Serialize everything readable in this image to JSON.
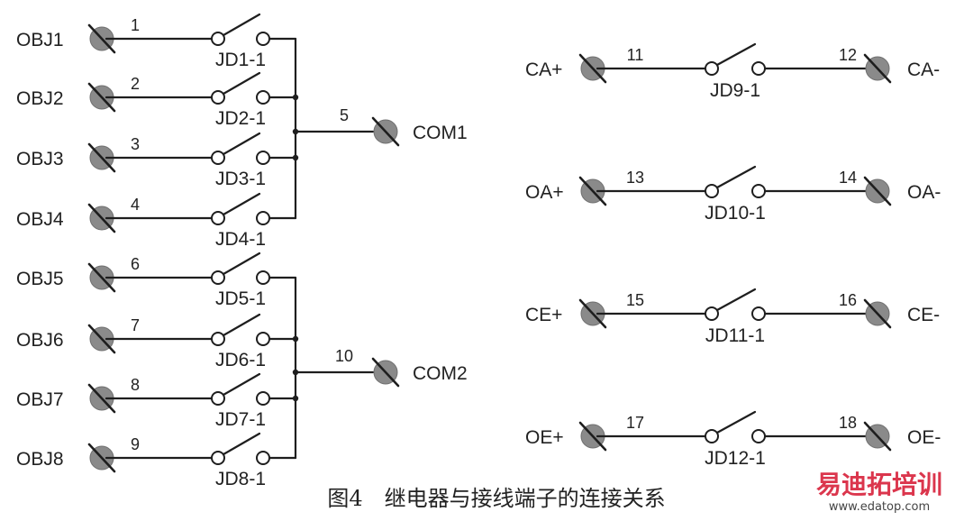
{
  "left_group_a": {
    "common": {
      "label": "COM1",
      "number": "5"
    },
    "channels": [
      {
        "label": "OBJ1",
        "number": "1",
        "relay": "JD1-1"
      },
      {
        "label": "OBJ2",
        "number": "2",
        "relay": "JD2-1"
      },
      {
        "label": "OBJ3",
        "number": "3",
        "relay": "JD3-1"
      },
      {
        "label": "OBJ4",
        "number": "4",
        "relay": "JD4-1"
      }
    ]
  },
  "left_group_b": {
    "common": {
      "label": "COM2",
      "number": "10"
    },
    "channels": [
      {
        "label": "OBJ5",
        "number": "6",
        "relay": "JD5-1"
      },
      {
        "label": "OBJ6",
        "number": "7",
        "relay": "JD6-1"
      },
      {
        "label": "OBJ7",
        "number": "8",
        "relay": "JD7-1"
      },
      {
        "label": "OBJ8",
        "number": "9",
        "relay": "JD8-1"
      }
    ]
  },
  "right_pairs": [
    {
      "left_label": "CA+",
      "left_number": "11",
      "relay": "JD9-1",
      "right_number": "12",
      "right_label": "CA-"
    },
    {
      "left_label": "OA+",
      "left_number": "13",
      "relay": "JD10-1",
      "right_number": "14",
      "right_label": "OA-"
    },
    {
      "left_label": "CE+",
      "left_number": "15",
      "relay": "JD11-1",
      "right_number": "16",
      "right_label": "CE-"
    },
    {
      "left_label": "OE+",
      "left_number": "17",
      "relay": "JD12-1",
      "right_number": "18",
      "right_label": "OE-"
    }
  ],
  "caption": "图4　继电器与接线端子的连接关系",
  "watermark": {
    "main": "易迪拓培训",
    "sub": "www.edatop.com"
  },
  "colors": {
    "line": "#1e1e1e",
    "terminal_fill": "#8a8a8a",
    "watermark_red": "#d8213a"
  }
}
